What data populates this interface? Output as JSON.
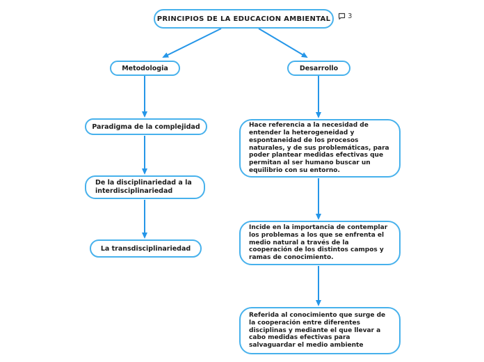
{
  "root": {
    "label": "PRINCIPIOS DE LA EDUCACION AMBIENTAL",
    "comment_count": "3"
  },
  "metodologia_branch": {
    "label": "Metodologia",
    "nodes": [
      {
        "label": "Paradigma de la complejidad"
      },
      {
        "label": "De la disciplinariedad a la\ninterdisciplinariedad"
      },
      {
        "label": "La transdisciplinariedad"
      }
    ]
  },
  "desarrollo_branch": {
    "label": "Desarrollo",
    "nodes": [
      {
        "label": "Hace referencia a la necesidad de\nentender la heterogeneidad y\nespontaneidad de los procesos\nnaturales, y de sus problemáticas, para\npoder plantear medidas efectivas que\npermitan al ser humano buscar un\nequilibrio con su entorno."
      },
      {
        "label": "Incide en la importancia de contemplar\nlos problemas a los que se enfrenta el\nmedio natural a través de la\ncooperación de los distintos campos y\nramas de conocimiento."
      },
      {
        "label": "Referida al conocimiento que surge de\nla cooperación entre diferentes\ndisciplinas y mediante el que llevar a\ncabo medidas efectivas para\nsalvaguardar el medio ambiente"
      }
    ]
  },
  "colors": {
    "node_border": "#47b1ec",
    "connector": "#2596e8",
    "text": "#1c1c1c",
    "comment": "#3a3a3a"
  }
}
